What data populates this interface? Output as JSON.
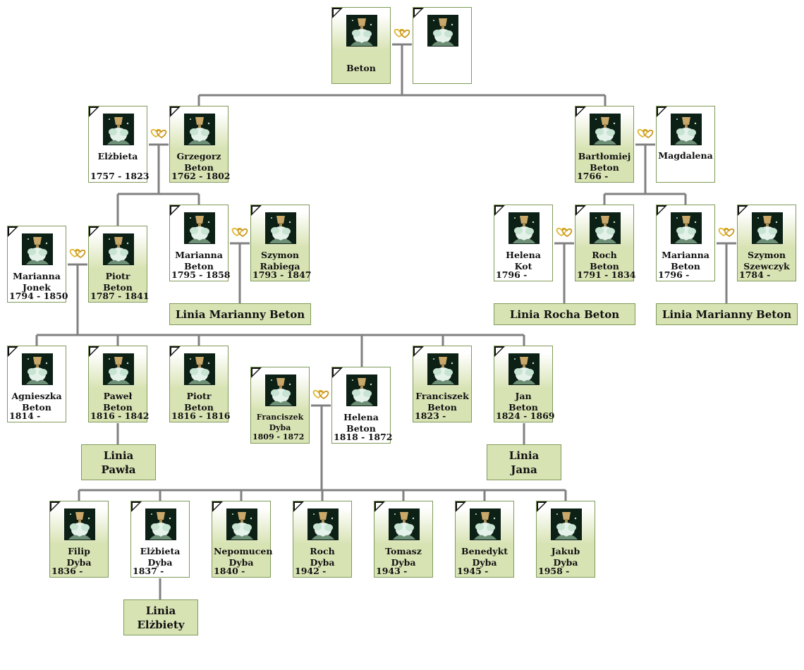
{
  "persons": {
    "p_beton": {
      "name": "Beton",
      "dates": ""
    },
    "p_spouse_top": {
      "name": "",
      "dates": ""
    },
    "p_elzbieta": {
      "name": "Elżbieta",
      "dates": "1757 - 1823"
    },
    "p_grzegorz": {
      "name": "Grzegorz Beton",
      "dates": "1762 - 1802"
    },
    "p_bartlomiej": {
      "name": "Bartłomiej Beton",
      "dates": "1766 -"
    },
    "p_magdalena": {
      "name": "Magdalena",
      "dates": ""
    },
    "p_marianna_jonek": {
      "name": "Marianna Jonek",
      "dates": "1794 - 1850"
    },
    "p_piotr_1787": {
      "name": "Piotr Beton",
      "dates": "1787 - 1841"
    },
    "p_marianna_1795": {
      "name": "Marianna Beton",
      "dates": "1795 - 1858"
    },
    "p_szymon_rabiega": {
      "name": "Szymon Rabiega",
      "dates": "1793 - 1847"
    },
    "p_helena_kot": {
      "name": "Helena Kot",
      "dates": "1796 -"
    },
    "p_roch_1791": {
      "name": "Roch Beton",
      "dates": "1791 - 1834"
    },
    "p_marianna_1796": {
      "name": "Marianna Beton",
      "dates": "1796 -"
    },
    "p_szymon_szewczyk": {
      "name": "Szymon Szewczyk",
      "dates": "1784 -"
    },
    "p_agnieszka": {
      "name": "Agnieszka Beton",
      "dates": "1814 -"
    },
    "p_pawel": {
      "name": "Paweł Beton",
      "dates": "1816 - 1842"
    },
    "p_piotr_1816": {
      "name": "Piotr Beton",
      "dates": "1816 - 1816"
    },
    "p_franciszek_dyba": {
      "name": "Franciszek Dyba",
      "dates": "1809 - 1872"
    },
    "p_helena_1818": {
      "name": "Helena Beton",
      "dates": "1818 - 1872"
    },
    "p_franciszek_1823": {
      "name": "Franciszek Beton",
      "dates": "1823 -"
    },
    "p_jan": {
      "name": "Jan Beton",
      "dates": "1824 - 1869"
    },
    "p_filip": {
      "name": "Filip Dyba",
      "dates": "1836 -"
    },
    "p_elzbieta_dyba": {
      "name": "Elżbieta Dyba",
      "dates": "1837 -"
    },
    "p_nepomucen": {
      "name": "Nepomucen Dyba",
      "dates": "1840 -"
    },
    "p_roch_dyba": {
      "name": "Roch Dyba",
      "dates": "1942 -"
    },
    "p_tomasz": {
      "name": "Tomasz Dyba",
      "dates": "1943 -"
    },
    "p_benedykt": {
      "name": "Benedykt Dyba",
      "dates": "1945 -"
    },
    "p_jakub": {
      "name": "Jakub Dyba",
      "dates": "1958 -"
    }
  },
  "lines": {
    "linia_marianny_1": "Linia Marianny Beton",
    "linia_rocha": "Linia Rocha Beton",
    "linia_marianny_2": "Linia Marianny Beton",
    "linia_pawla": "Linia Pawła",
    "linia_jana": "Linia Jana",
    "linia_elzbiety": "Linia Elżbiety"
  },
  "colors": {
    "card_fill": "#d8e3b4",
    "card_border": "#7f9a5a",
    "connector": "#808080",
    "rings": "#e1b530"
  }
}
